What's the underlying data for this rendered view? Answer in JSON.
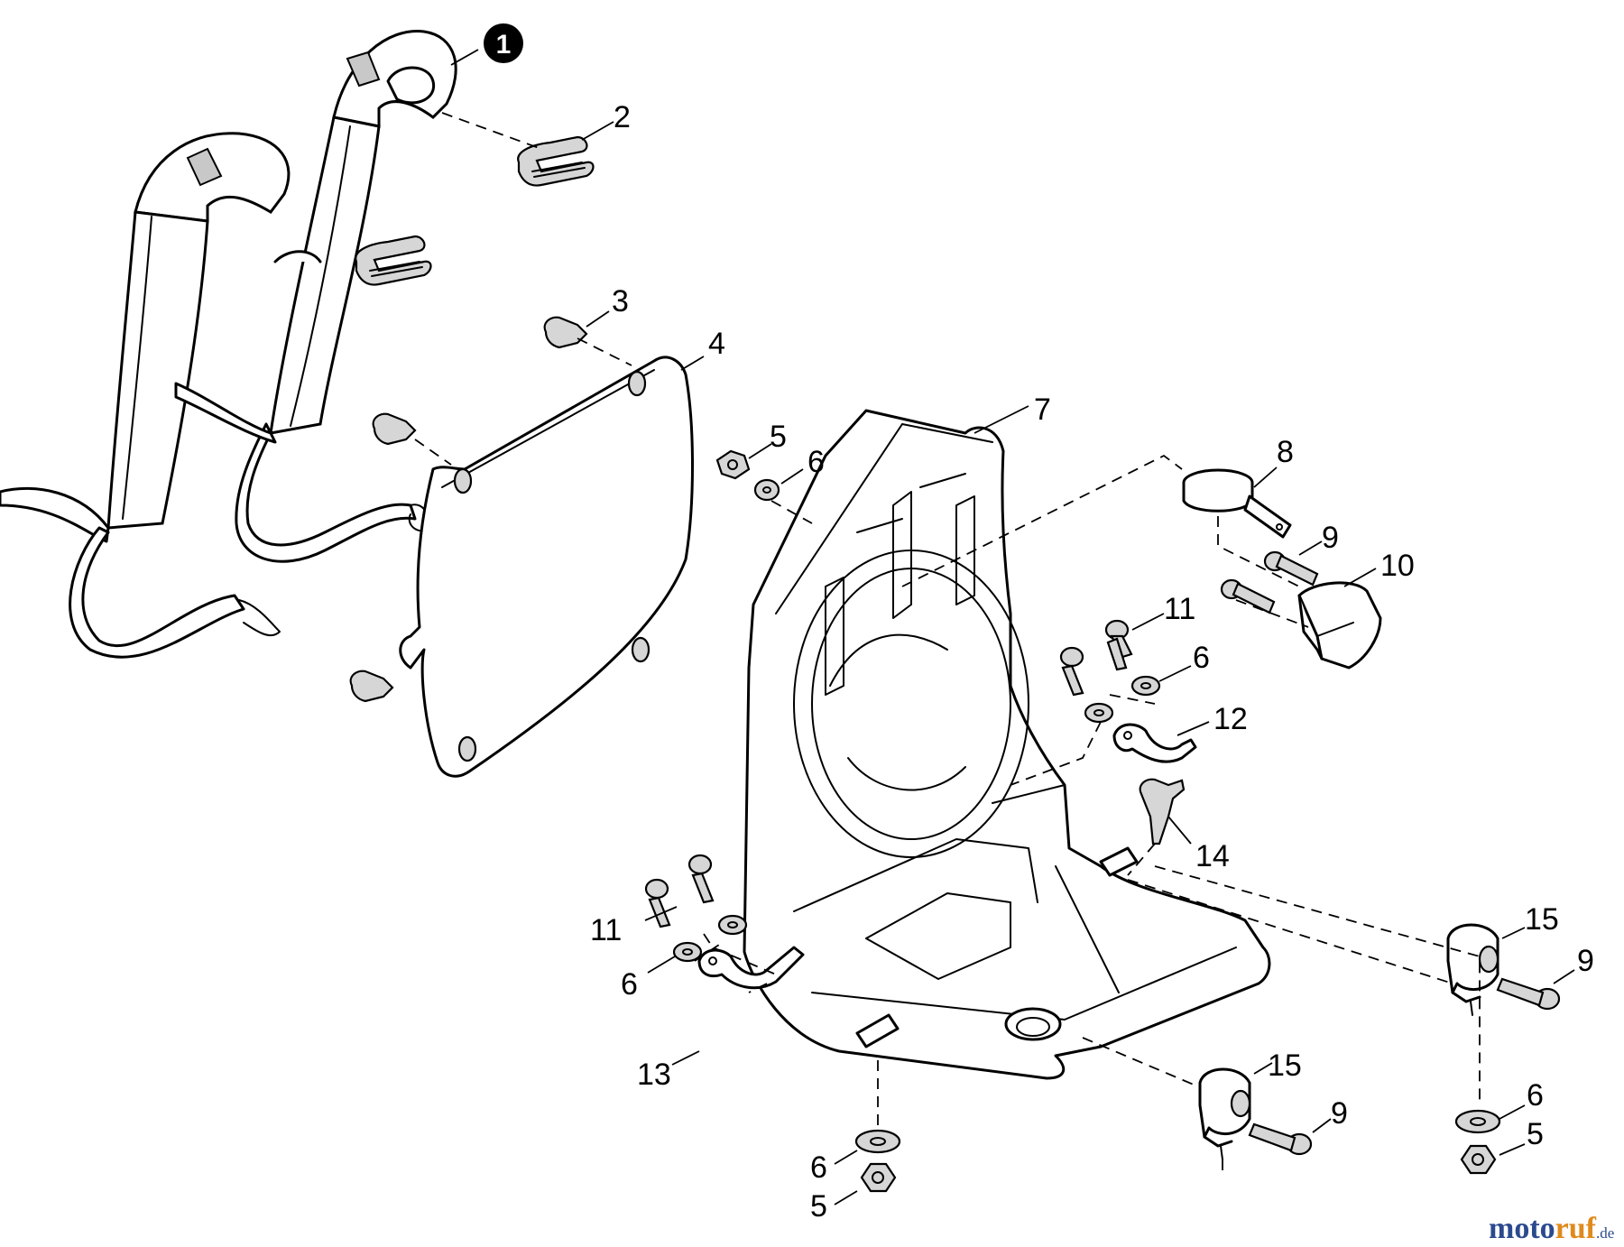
{
  "labels": {
    "p1": "1",
    "p2": "2",
    "p3": "3",
    "p4": "4",
    "p5a": "5",
    "p6a": "6",
    "p7": "7",
    "p8": "8",
    "p9a": "9",
    "p10": "10",
    "p11a": "11",
    "p6b": "6",
    "p12": "12",
    "p14": "14",
    "p11b": "11",
    "p6c": "6",
    "p13": "13",
    "p15a": "15",
    "p9b": "9",
    "p15b": "15",
    "p9c": "9",
    "p6d": "6",
    "p5b": "5",
    "p6e": "6",
    "p5c": "5"
  },
  "watermark": {
    "part_a": "moto",
    "part_b": "ruf",
    "part_c": ".de"
  },
  "colors": {
    "line": "#000000",
    "hardware_fill": "#d6d6d6",
    "watermark_blue": "#2b4a8e",
    "watermark_orange": "#e08a1e"
  }
}
